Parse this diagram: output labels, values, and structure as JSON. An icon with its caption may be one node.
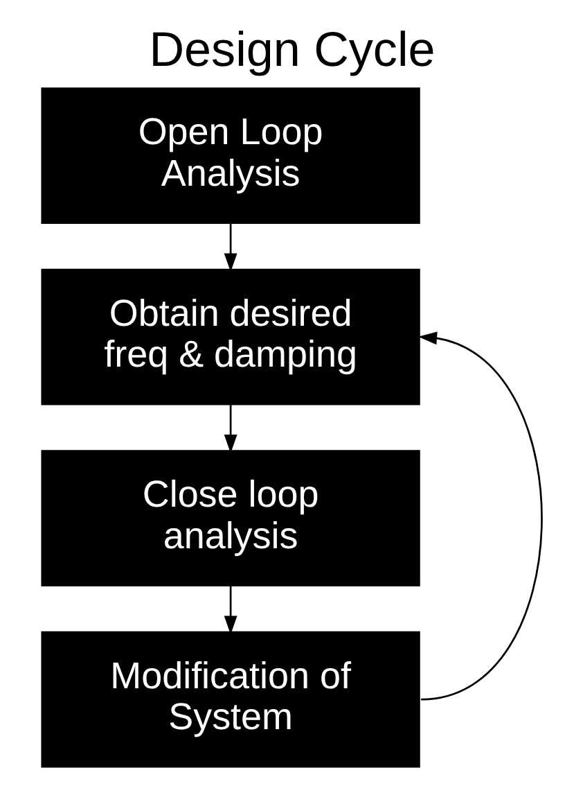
{
  "diagram": {
    "title": "Design Cycle",
    "nodes": [
      {
        "text": [
          "Open Loop Analysis"
        ]
      },
      {
        "text": [
          "Obtain desired freq & damping"
        ]
      },
      {
        "text": [
          "Close loop analysis"
        ]
      },
      {
        "text": [
          "Modification of System"
        ]
      }
    ],
    "edges": [
      {
        "from": 0,
        "to": 1,
        "arrow": "to"
      },
      {
        "from": 1,
        "to": 2,
        "arrow": "to"
      },
      {
        "from": 2,
        "to": 3,
        "arrow": "to"
      },
      {
        "from": 3,
        "to": 1,
        "arrow": "to"
      }
    ]
  }
}
